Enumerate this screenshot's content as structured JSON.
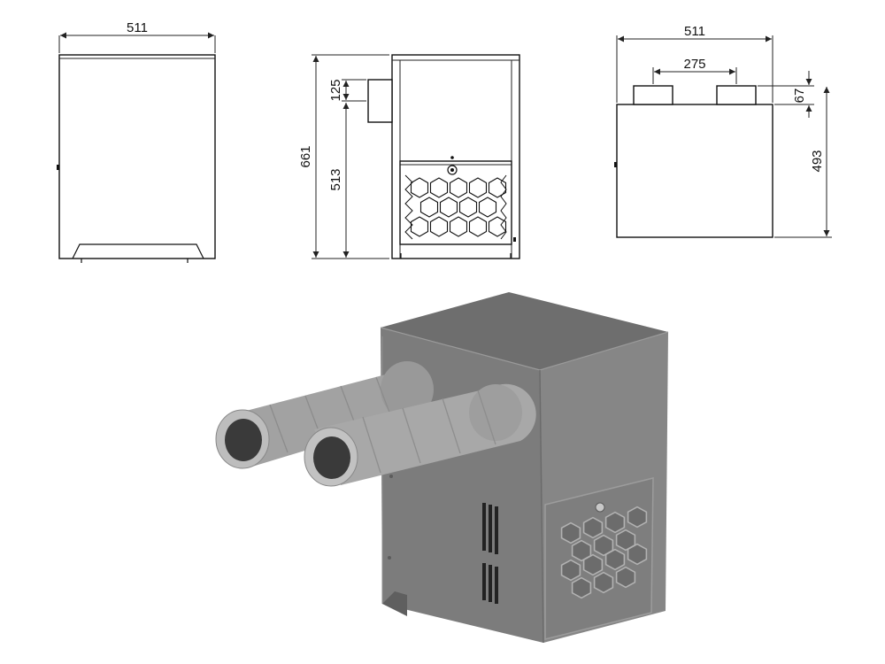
{
  "views": {
    "side": {
      "width_label": "511"
    },
    "front": {
      "total_height_label": "661",
      "pipe_height_label": "125",
      "pipe_axis_height_label": "513"
    },
    "top": {
      "width_label": "511",
      "pipe_spacing_label": "275",
      "pipe_length_label": "67",
      "depth_label": "493"
    }
  },
  "colors": {
    "drawing_line": "#111111",
    "unit_body": "#7a7a7a",
    "unit_top": "#6f6f6f",
    "unit_side": "#8a8a8a",
    "pipe": "#a6a6a6",
    "pipe_inner": "#3a3a3a"
  }
}
